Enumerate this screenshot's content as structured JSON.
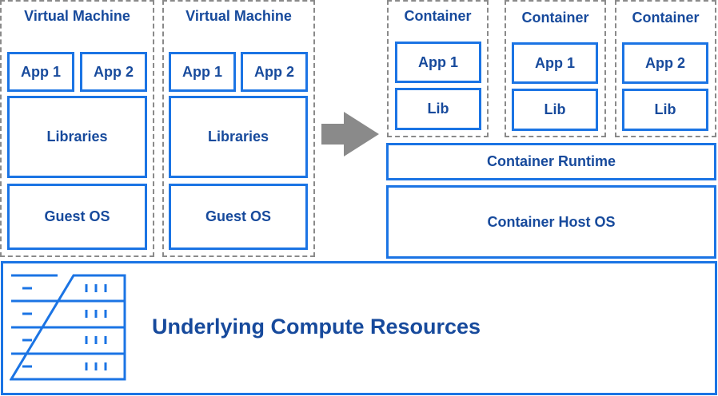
{
  "colors": {
    "accent": "#1b74e4",
    "text": "#174a9c",
    "dash": "#8a8a8a",
    "arrow": "#8a8a8a"
  },
  "vm1": {
    "title": "Virtual Machine",
    "app1": "App 1",
    "app2": "App 2",
    "libraries": "Libraries",
    "guest_os": "Guest OS"
  },
  "vm2": {
    "title": "Virtual Machine",
    "app1": "App 1",
    "app2": "App 2",
    "libraries": "Libraries",
    "guest_os": "Guest OS"
  },
  "container1": {
    "title": "Container",
    "app": "App 1",
    "lib": "Lib"
  },
  "container2": {
    "title": "Container",
    "app": "App 1",
    "lib": "Lib"
  },
  "container3": {
    "title": "Container",
    "app": "App 2",
    "lib": "Lib"
  },
  "runtime": "Container Runtime",
  "host_os": "Container Host OS",
  "compute": "Underlying Compute Resources",
  "icons": {
    "arrow": "right-arrow-icon",
    "server": "server-rack-icon"
  }
}
